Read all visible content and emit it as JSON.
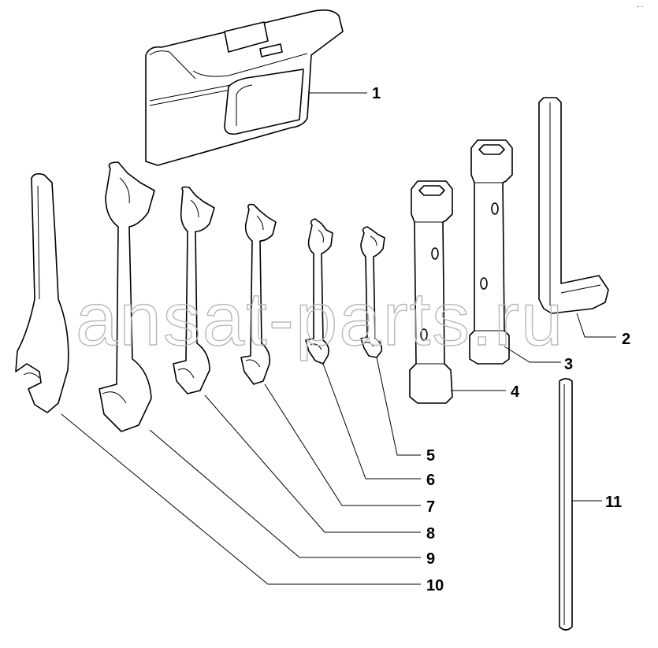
{
  "watermark": "ansat-parts.ru",
  "corner_mark": "⌐ –",
  "callouts": {
    "c1": "1",
    "c2": "2",
    "c3": "3",
    "c4": "4",
    "c5": "5",
    "c6": "6",
    "c7": "7",
    "c8": "8",
    "c9": "9",
    "c10": "10",
    "c11": "11"
  },
  "colors": {
    "line": "#000000",
    "watermark": "#b8b8b8",
    "background": "#ffffff"
  }
}
